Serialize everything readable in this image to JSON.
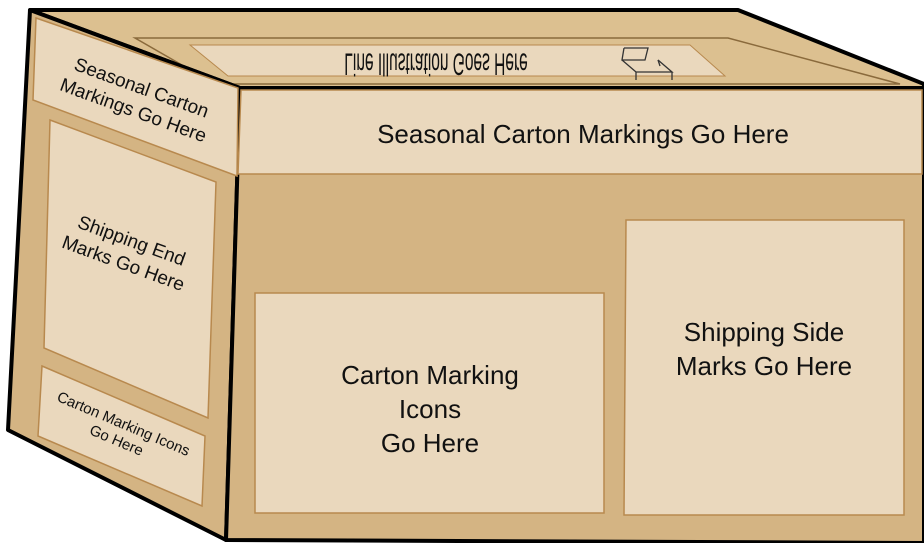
{
  "colors": {
    "cardboard": "#d4b483",
    "cardboard_top": "#dcc090",
    "label_fill": "#ead8bd",
    "label_stroke": "#b8894e",
    "outline": "#000000"
  },
  "top_panel": {
    "label": "Line Illustration Goes Here",
    "icon": "chair-icon"
  },
  "side_header": {
    "text": "Seasonal Carton Markings Go Here"
  },
  "icons_panel": {
    "lines": [
      "Carton Marking",
      "Icons",
      "Go Here"
    ]
  },
  "side_marks_panel": {
    "lines": [
      "Shipping Side",
      "Marks Go Here"
    ]
  },
  "end_header": {
    "lines": [
      "Seasonal Carton",
      "Markings Go Here"
    ]
  },
  "end_marks_panel": {
    "lines": [
      "Shipping End",
      "Marks Go Here"
    ]
  },
  "end_icons_panel": {
    "lines": [
      "Carton Marking Icons",
      "Go Here"
    ]
  }
}
